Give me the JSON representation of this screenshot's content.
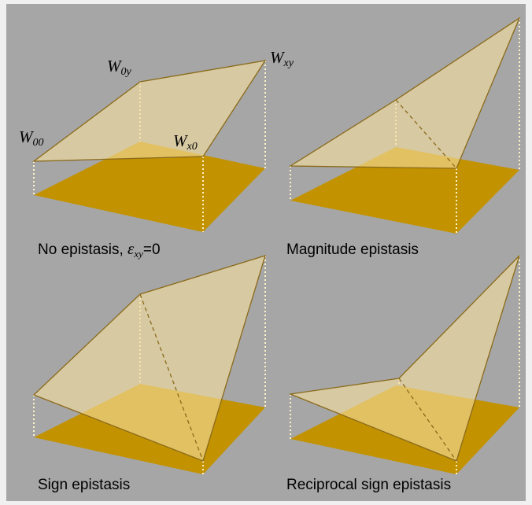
{
  "vertex_labels": {
    "w00": {
      "main": "W",
      "sub": "00"
    },
    "w0y": {
      "main": "W",
      "sub": "0y"
    },
    "wxy": {
      "main": "W",
      "sub": "xy"
    },
    "wx0": {
      "main": "W",
      "sub": "x0"
    }
  },
  "captions": {
    "no_epistasis_prefix": "No epistasis, ",
    "no_epistasis_symbol": "ε",
    "no_epistasis_symbol_sub": "xy",
    "no_epistasis_suffix": "=0",
    "magnitude": "Magnitude epistasis",
    "sign": "Sign epistasis",
    "reciprocal": "Reciprocal sign epistasis"
  },
  "colors": {
    "background": "#a6a6a6",
    "base_plane": "#c29200",
    "fitness_plane": "#f5dfa0",
    "edge": "#8a6a1a",
    "vertical_guides": "#fff4c8"
  }
}
